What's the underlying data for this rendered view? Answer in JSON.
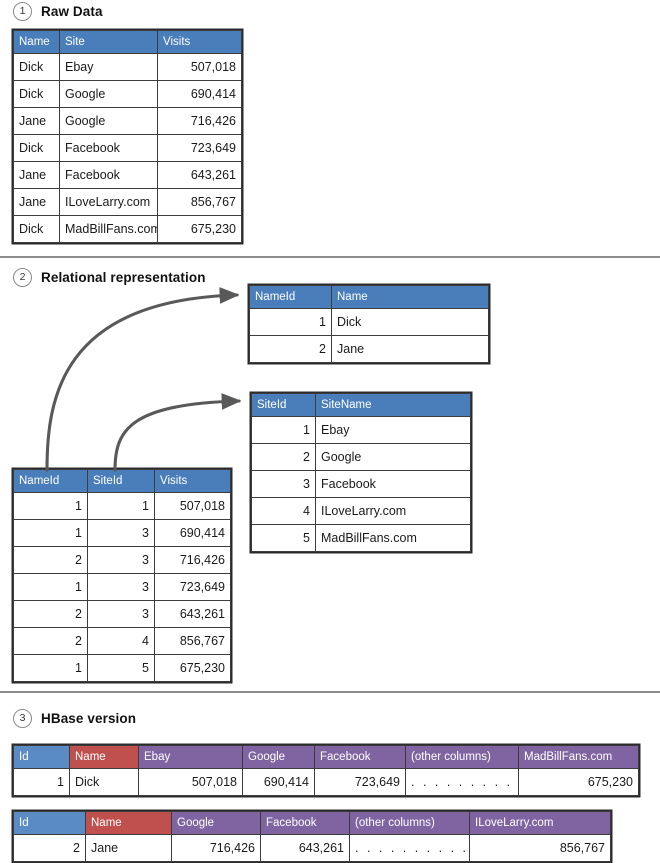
{
  "sections": [
    {
      "num": "1",
      "title": "Raw Data"
    },
    {
      "num": "2",
      "title": "Relational representation"
    },
    {
      "num": "3",
      "title": "HBase version"
    }
  ],
  "raw_table": {
    "headers": [
      "Name",
      "Site",
      "Visits"
    ],
    "rows": [
      [
        "Dick",
        "Ebay",
        "507,018"
      ],
      [
        "Dick",
        "Google",
        "690,414"
      ],
      [
        "Jane",
        "Google",
        "716,426"
      ],
      [
        "Dick",
        "Facebook",
        "723,649"
      ],
      [
        "Jane",
        "Facebook",
        "643,261"
      ],
      [
        "Jane",
        "ILoveLarry.com",
        "856,767"
      ],
      [
        "Dick",
        "MadBillFans.com",
        "675,230"
      ]
    ]
  },
  "name_table": {
    "headers": [
      "NameId",
      "Name"
    ],
    "rows": [
      [
        "1",
        "Dick"
      ],
      [
        "2",
        "Jane"
      ]
    ]
  },
  "site_table": {
    "headers": [
      "SiteId",
      "SiteName"
    ],
    "rows": [
      [
        "1",
        "Ebay"
      ],
      [
        "2",
        "Google"
      ],
      [
        "3",
        "Facebook"
      ],
      [
        "4",
        "ILoveLarry.com"
      ],
      [
        "5",
        "MadBillFans.com"
      ]
    ]
  },
  "fact_table": {
    "headers": [
      "NameId",
      "SiteId",
      "Visits"
    ],
    "rows": [
      [
        "1",
        "1",
        "507,018"
      ],
      [
        "1",
        "3",
        "690,414"
      ],
      [
        "2",
        "3",
        "716,426"
      ],
      [
        "1",
        "3",
        "723,649"
      ],
      [
        "2",
        "3",
        "643,261"
      ],
      [
        "2",
        "4",
        "856,767"
      ],
      [
        "1",
        "5",
        "675,230"
      ]
    ]
  },
  "hbase_row1": {
    "headers": [
      "Id",
      "Name",
      "Ebay",
      "Google",
      "Facebook",
      "(other columns)",
      "MadBillFans.com"
    ],
    "values": [
      "1",
      "Dick",
      "507,018",
      "690,414",
      "723,649",
      ". . . . . . . . . . . . .",
      "675,230"
    ]
  },
  "hbase_row2": {
    "headers": [
      "Id",
      "Name",
      "Google",
      "Facebook",
      "(other columns)",
      "ILoveLarry.com"
    ],
    "values": [
      "2",
      "Jane",
      "716,426",
      "643,261",
      ". . . . . . . . . . . . .",
      "856,767"
    ]
  },
  "colors": {
    "header_blue": "#4a7ebb",
    "hbase_id_blue": "#5b8bc4",
    "hbase_name_red": "#c0504d",
    "hbase_col_purple": "#8064a2",
    "arrow_gray": "#595959",
    "divider_gray": "#8c8c8c"
  }
}
